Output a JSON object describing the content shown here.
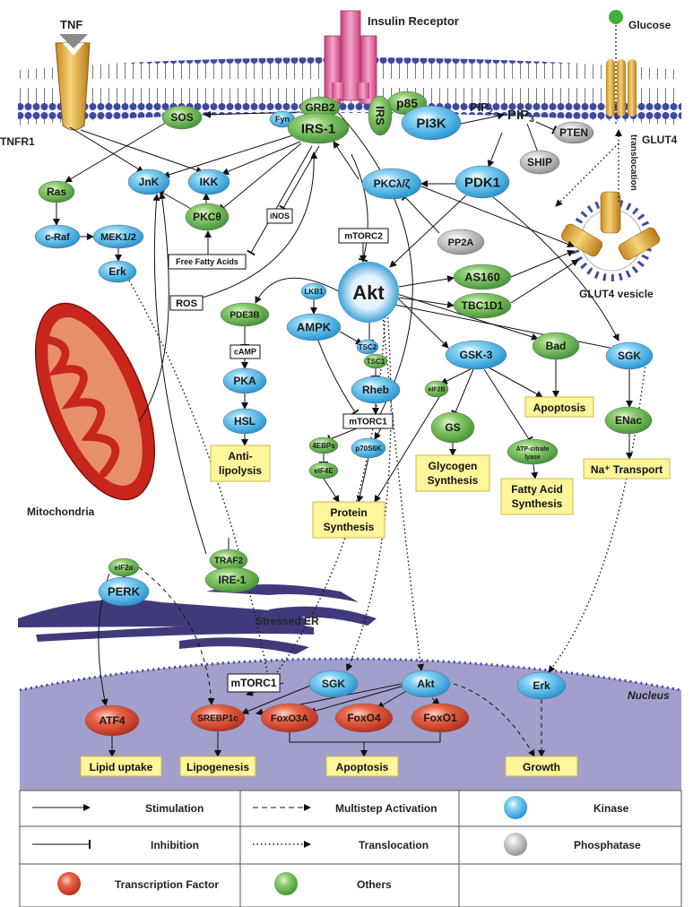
{
  "membrane": {
    "tnf": "TNF",
    "tnfr1": "TNFR1",
    "insulin_receptor": "Insulin Receptor",
    "glucose": "Glucose",
    "glut4": "GLUT4",
    "translocation": "translocation",
    "glut4_vesicle": "GLUT4 vesicle",
    "mitochondria": "Mitochondria",
    "stressed_er": "Stressed ER",
    "nucleus": "Nucleus"
  },
  "nodes": {
    "grb2": "GRB2",
    "p85": "p85",
    "irs": "IRS",
    "fyn": "Fyn",
    "irs1": "IRS-1",
    "sos": "SOS",
    "pi3k": "PI3K",
    "pip2": "PIP",
    "pip2_sub": "2",
    "pip3": "PIP",
    "pip3_sub": "3",
    "pten": "PTEN",
    "ship": "SHIP",
    "ras": "Ras",
    "jnk": "JnK",
    "ikk": "IKK",
    "craf": "c-Raf",
    "mek": "MEK1/2",
    "erk": "Erk",
    "pkctheta": "PKCθ",
    "pkclz": "PKCλ/ζ",
    "pdk1": "PDK1",
    "pp2a": "PP2A",
    "akt": "Akt",
    "as160": "AS160",
    "tbc1d1": "TBC1D1",
    "lkb1": "LKB1",
    "ampk": "AMPK",
    "pde3b": "PDE3B",
    "pka": "PKA",
    "hsl": "HSL",
    "tsc2": "TSC2",
    "tsc1": "TSC1",
    "rheb": "Rheb",
    "gsk3": "GSK-3",
    "bad": "Bad",
    "sgk": "SGK",
    "enac": "ENac",
    "eif2b": "eIF2B",
    "gs": "GS",
    "atpcl1": "ATP-citrate",
    "atpcl2": "lyase",
    "ebps": "4EBPs",
    "eif4e": "eIF4E",
    "p70s6k": "p70S6K",
    "eif2a": "eIF2α",
    "traf2": "TRAF2",
    "ire1": "IRE-1",
    "perk": "PERK",
    "sgk_n": "SGK",
    "akt_n": "Akt",
    "erk_n": "Erk",
    "atf4": "ATF4",
    "srebp": "SREBP1c",
    "foxo3a": "FoxO3A",
    "foxo4": "FoxO4",
    "foxo1": "FoxO1"
  },
  "boxes": {
    "inos": "iNOS",
    "ffa": "Free Fatty Acids",
    "mtorc2": "mTORC2",
    "ros": "ROS",
    "camp": "cAMP",
    "mtorc1": "mTORC1",
    "mtorc1_n": "mTORC1"
  },
  "outcomes": {
    "antilipolysis_1": "Anti-",
    "antilipolysis_2": "lipolysis",
    "protein_1": "Protein",
    "protein_2": "Synthesis",
    "glycogen_1": "Glycogen",
    "glycogen_2": "Synthesis",
    "fatty_1": "Fatty Acid",
    "fatty_2": "Synthesis",
    "apoptosis": "Apoptosis",
    "na_transport": "Na⁺ Transport",
    "lipid_uptake": "Lipid uptake",
    "lipogenesis": "Lipogenesis",
    "apoptosis_n": "Apoptosis",
    "growth": "Growth"
  },
  "legend": {
    "stimulation": "Stimulation",
    "multistep": "Multistep Activation",
    "kinase": "Kinase",
    "inhibition": "Inhibition",
    "translocation": "Translocation",
    "phosphatase": "Phosphatase",
    "transcription_factor": "Transcription Factor",
    "others": "Others"
  },
  "colors": {
    "kinase": "#29a8e0",
    "other": "#5aa64a",
    "phosphatase": "#a6a6a6",
    "transcription_factor": "#d9432b",
    "outcome_box": "#fff59a",
    "nucleus": "#a39fcc",
    "er": "#3f3b7a",
    "mito_outer": "#c8261d",
    "mito_inner": "#e8906a",
    "receptor": "#e37aa8",
    "tnfr": "#e8b84a"
  }
}
